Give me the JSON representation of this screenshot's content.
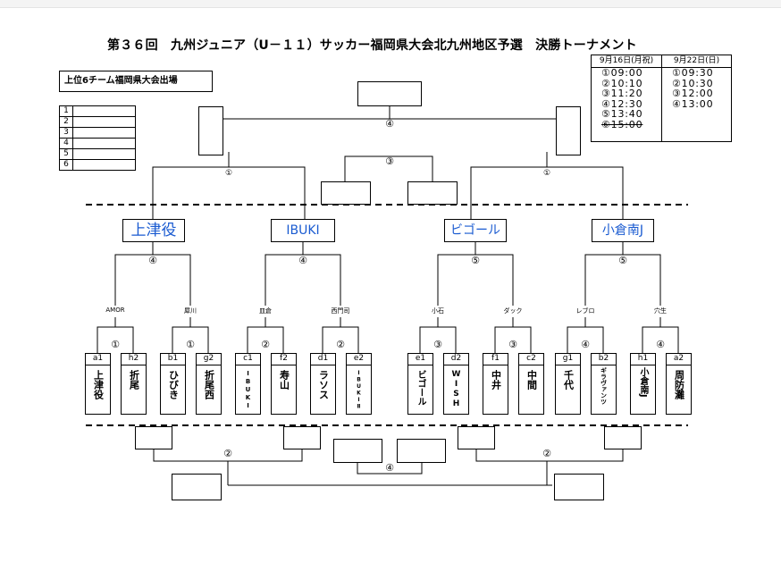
{
  "title": "第３６回　九州ジュニア（U－１１）サッカー福岡県大会北九州地区予選　決勝トーナメント",
  "qualifiers": {
    "heading": "上位6チーム福岡県大会出場",
    "ranks": [
      "1",
      "2",
      "3",
      "4",
      "5",
      "6"
    ]
  },
  "schedule": {
    "day1": {
      "label": "9月16日(月祝)",
      "times": [
        "①09:00",
        "②10:10",
        "③11:20",
        "④12:30",
        "⑤13:40",
        "⑥15:00"
      ],
      "struck_index": 5
    },
    "day2": {
      "label": "9月22日(日)",
      "times": [
        "①09:30",
        "②10:30",
        "③12:00",
        "④13:00"
      ]
    }
  },
  "match_marks": {
    "final": "④",
    "third_place": "③",
    "semi_left": "①",
    "semi_right": "①",
    "qf1": "④",
    "qf2": "④",
    "qf3": "⑤",
    "qf4": "⑤",
    "bottom_left": "②",
    "bottom_right": "②",
    "bottom_center": "④"
  },
  "seeds": [
    "上津役",
    "IBUKI",
    "ビゴール",
    "小倉南J"
  ],
  "r2_labels": [
    "AMOR",
    "犀川",
    "皿倉",
    "西門司",
    "小石",
    "ダック",
    "レブロ",
    "穴生"
  ],
  "r1_marks": [
    "①",
    "①",
    "②",
    "②",
    "③",
    "③",
    "④",
    "④"
  ],
  "teams": [
    {
      "code": "a1",
      "name": "上津役"
    },
    {
      "code": "h2",
      "name": "折尾"
    },
    {
      "code": "b1",
      "name": "ひびき"
    },
    {
      "code": "g2",
      "name": "折尾西"
    },
    {
      "code": "c1",
      "name": "IBUKI"
    },
    {
      "code": "f2",
      "name": "寿山"
    },
    {
      "code": "d1",
      "name": "ラソス"
    },
    {
      "code": "e2",
      "name": "IBUKIⅡ"
    },
    {
      "code": "e1",
      "name": "ビゴール"
    },
    {
      "code": "d2",
      "name": "WISH"
    },
    {
      "code": "f1",
      "name": "中井"
    },
    {
      "code": "c2",
      "name": "中間"
    },
    {
      "code": "g1",
      "name": "千代"
    },
    {
      "code": "b2",
      "name": "ギラヴァンツ"
    },
    {
      "code": "h1",
      "name": "小倉南J"
    },
    {
      "code": "a2",
      "name": "周防灘"
    }
  ]
}
